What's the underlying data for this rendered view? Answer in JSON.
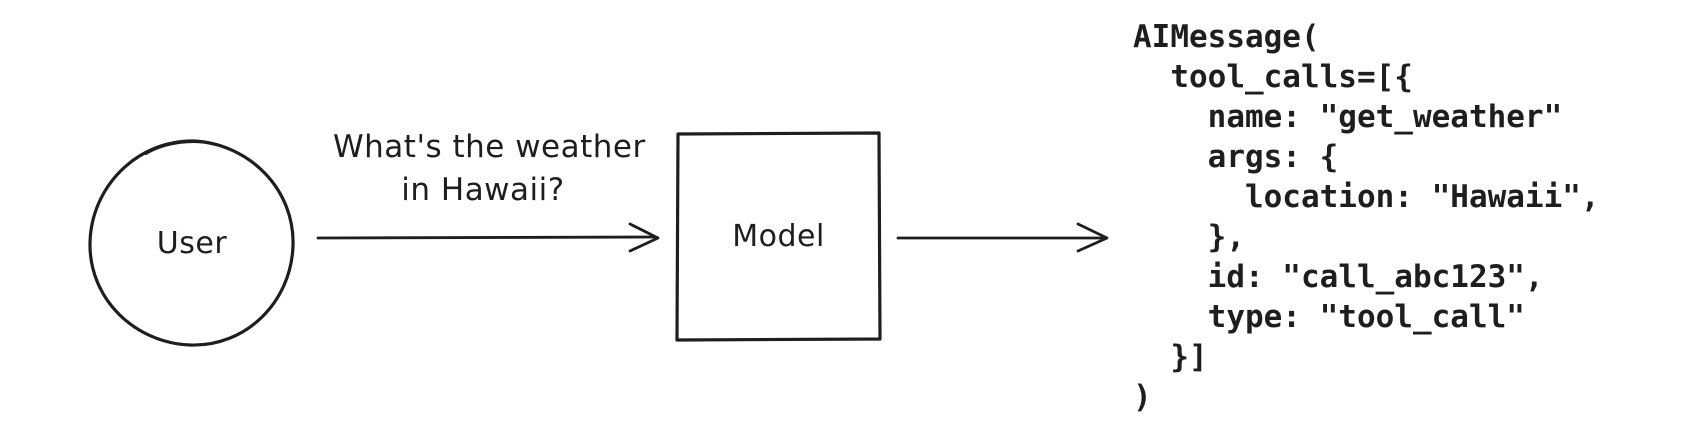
{
  "diagram": {
    "background_color": "#ffffff",
    "ink_color": "#1e1e1e",
    "user_node": {
      "label": "User",
      "shape": "circle"
    },
    "request_arrow": {
      "label_line1": "What's the weather",
      "label_line2": "in Hawaii?"
    },
    "model_node": {
      "label": "Model",
      "shape": "rectangle"
    },
    "output_arrow": {
      "label": ""
    },
    "output_code": {
      "language": "python-repr",
      "lines": [
        "AIMessage(",
        "  tool_calls=[{",
        "    name: \"get_weather\"",
        "    args: {",
        "      location: \"Hawaii\",",
        "    },",
        "    id: \"call_abc123\",",
        "    type: \"tool_call\"",
        "  }]",
        ")"
      ]
    }
  }
}
